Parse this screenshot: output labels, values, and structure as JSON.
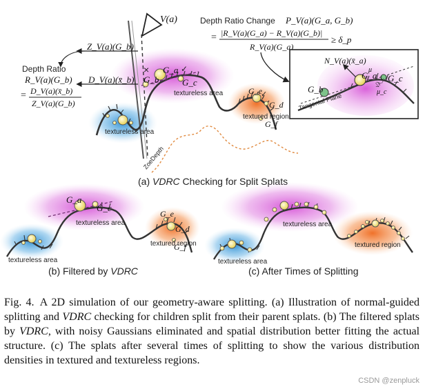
{
  "figure": {
    "panel_a": {
      "title_prefix": "(a) ",
      "title_emph": "VDRC",
      "title_suffix": " Checking for Split Splats",
      "camera_label": "V(a)",
      "depth_gb_label": "Z_V(a)(G_b)",
      "depth_xb_label": "D_V(a)(x̄_b)",
      "depth_ratio": {
        "title": "Depth Ratio",
        "symbol": "R_V(a)(G_b)",
        "numerator": "D_V(a)(x̄_b)",
        "denominator": "Z_V(a)(G_b)",
        "equals": "="
      },
      "depth_ratio_change": {
        "title": "Depth Ratio Change",
        "symbol": "P_V(a)(G_a, G_b)",
        "numerator": "|R_V(a)(G_a) − R_V(a)(G_b)|",
        "denominator": "R_V(a)(G_a)",
        "relation": "≥ δ_p",
        "equals": "="
      },
      "inset": {
        "normal_label": "N_V(a)(x̄_a)",
        "tangent_label": "Tangental Plane",
        "mu_label": "μ",
        "sigma_label": "√λ_c",
        "mu_c_label": "μ_c"
      },
      "gaussians": [
        "G_a",
        "G_b",
        "G_c",
        "G_e",
        "G_d",
        "G_f"
      ],
      "region_labels": [
        "textureless area",
        "textureless area",
        "textured region"
      ],
      "zoedepth_label": "ZoeDepth",
      "reject_mark": "×",
      "accept_mark": "✓"
    },
    "panel_b": {
      "title_prefix": "(b) Filtered by ",
      "title_emph": "VDRC",
      "gaussians": [
        "G_a",
        "G_c",
        "G_e",
        "G_d",
        "G_f"
      ],
      "region_labels": [
        "textureless area",
        "textureless area",
        "textured region"
      ]
    },
    "panel_c": {
      "title": "(c) After Times of Splitting",
      "region_labels": [
        "textureless area",
        "textureless area",
        "textured region"
      ]
    }
  },
  "caption": {
    "prefix": "Fig. 4.",
    "text_1": "A 2D simulation of our geometry-aware splitting. (a) Illustration of normal-guided splitting and ",
    "emph_1": "VDRC",
    "text_2": " checking for children split from their parent splats. (b) The filtered splats by ",
    "emph_2": "VDRC",
    "text_3": ", with noisy Gaussians eliminated and spatial distribution better fitting the actual structure. (c) The splats after several times of splitting to show the various distribution densities in textured and textureless regions."
  },
  "watermark": "CSDN @zenpluck",
  "colors": {
    "magenta": "#d54fd6",
    "orange": "#f07a32",
    "blue": "#3f9bd8",
    "splat_yellow": "#f3e47a",
    "check_green": "#3a9b3a",
    "reject_red": "#d93030"
  }
}
